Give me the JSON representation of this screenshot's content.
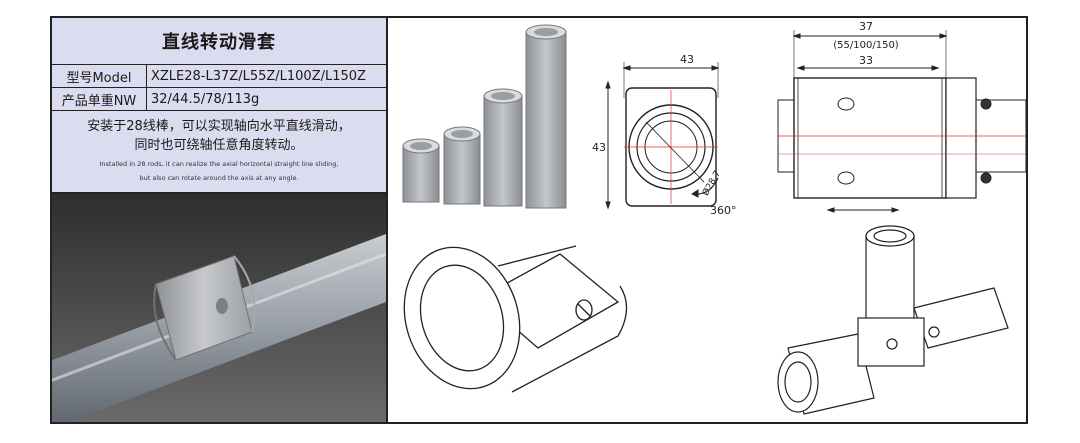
{
  "spec": {
    "title": "直线转动滑套",
    "model_label": "型号Model",
    "model_value": "XZLE28-L37Z/L55Z/L100Z/L150Z",
    "weight_label": "产品单重NW",
    "weight_value": "32/44.5/78/113g",
    "desc_cn_1": "安装于28线棒，可以实现轴向水平直线滑动，",
    "desc_cn_2": "同时也可绕轴任意角度转动。",
    "desc_en_1": "Installed in 28 rods, it can realize the axial horizontal straight line sliding,",
    "desc_en_2": "but also can rotate around the axis at any angle."
  },
  "front_drawing": {
    "width_dim": "43",
    "height_dim": "43",
    "diameter_dim": "Ø28.7",
    "rotation_label": "360°"
  },
  "side_drawing": {
    "total_length": "37",
    "length_options": "(55/100/150)",
    "inner_length": "33"
  }
}
